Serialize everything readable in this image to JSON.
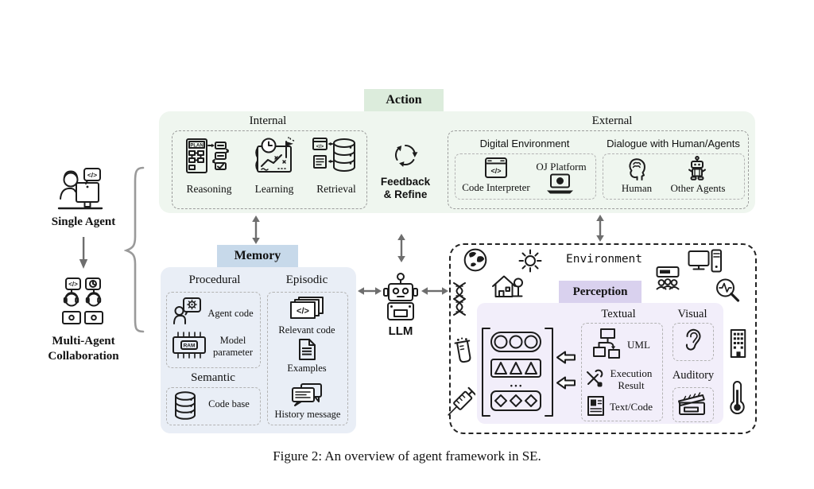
{
  "caption": "Figure 2: An overview of agent framework in SE.",
  "left_panel": {
    "single_agent": "Single Agent",
    "multi_agent": {
      "line1": "Multi-Agent",
      "line2": "Collaboration"
    }
  },
  "action": {
    "label": "Action",
    "internal": {
      "title": "Internal",
      "items": [
        "Reasoning",
        "Learning",
        "Retrieval"
      ]
    },
    "feedback": {
      "line1": "Feedback",
      "line2": "& Refine"
    },
    "external": {
      "title": "External",
      "digital": {
        "title": "Digital Environment",
        "oj_platform": "OJ Platform",
        "code_interpreter": "Code Interpreter"
      },
      "dialogue": {
        "title": "Dialogue with Human/Agents",
        "human": "Human",
        "other_agents": "Other Agents"
      }
    }
  },
  "memory": {
    "label": "Memory",
    "procedural": {
      "title": "Procedural",
      "agent_code": "Agent code",
      "model_parameter": {
        "line1": "Model",
        "line2": "parameter"
      }
    },
    "semantic": {
      "title": "Semantic",
      "code_base": "Code base"
    },
    "episodic": {
      "title": "Episodic",
      "relevant_code": "Relevant code",
      "examples": "Examples",
      "history_message": "History message"
    }
  },
  "llm": {
    "label": "LLM"
  },
  "environment": {
    "title": "Environment",
    "perception": {
      "label": "Perception",
      "ellipsis": "• • •",
      "textual": {
        "title": "Textual",
        "uml": "UML",
        "execution": {
          "line1": "Execution",
          "line2": "Result"
        },
        "text_code": "Text/Code"
      },
      "visual": "Visual",
      "auditory": "Auditory"
    }
  },
  "icon_text": {
    "plan": "PLAN",
    "ram": "RAM",
    "code_tag": "</>"
  },
  "colors": {
    "action_label_bg": "#dcecdc",
    "action_box_bg": "#eff6ef",
    "memory_label_bg": "#c7d9ea",
    "memory_box_bg": "#e9eef6",
    "perception_label_bg": "#d9d1ee",
    "perception_box_bg": "#f2eefa",
    "arrow": "#6e6e6e",
    "line_art": "#1c1c1c"
  }
}
